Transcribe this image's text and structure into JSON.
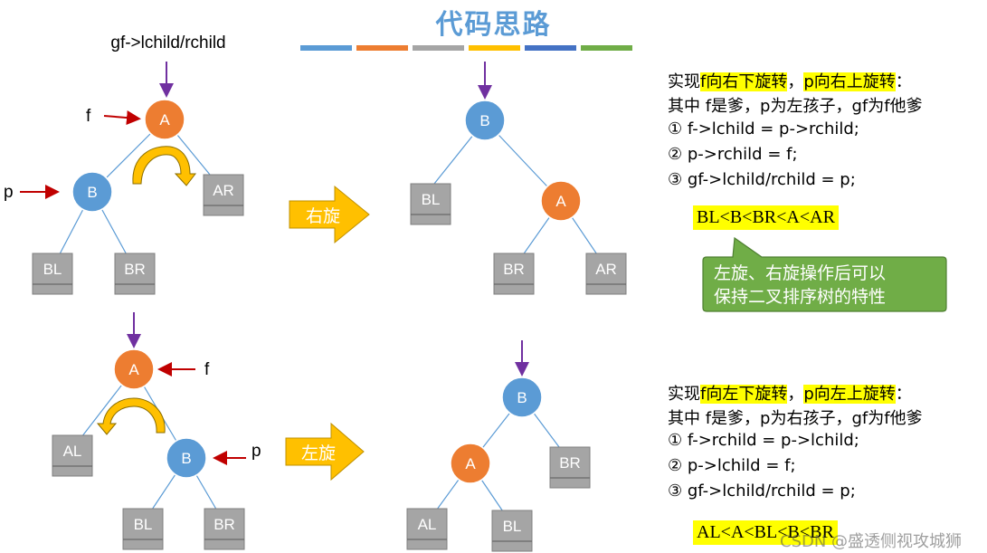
{
  "title": "代码思路",
  "accent_colors": [
    "#5b9bd5",
    "#ed7d31",
    "#a5a5a5",
    "#ffc000",
    "#4472c4",
    "#70ad47"
  ],
  "colors": {
    "node_blue": "#5b9bd5",
    "node_orange": "#ed7d31",
    "leaf_gray": "#a5a5a5",
    "highlight": "#ffff00",
    "callout_green": "#70ad47",
    "arrow_yellow": "#ffc000",
    "pointer_purple": "#7030a0",
    "pointer_red": "#c00000"
  },
  "top": {
    "gf_label": "gf->lchild/rchild",
    "f_label": "f",
    "p_label": "p",
    "before": {
      "A": "A",
      "B": "B",
      "BL": "BL",
      "BR": "BR",
      "AR": "AR"
    },
    "arrow_label": "右旋",
    "after": {
      "B": "B",
      "A": "A",
      "BL": "BL",
      "BR": "BR",
      "AR": "AR"
    }
  },
  "bottom": {
    "f_label": "f",
    "p_label": "p",
    "before": {
      "A": "A",
      "B": "B",
      "AL": "AL",
      "BL": "BL",
      "BR": "BR"
    },
    "arrow_label": "左旋",
    "after": {
      "B": "B",
      "A": "A",
      "AL": "AL",
      "BL": "BL",
      "BR": "BR"
    }
  },
  "right_text": {
    "heading_prefix": "实现",
    "heading_hl1": "f向右下旋转",
    "heading_mid": "，",
    "heading_hl2": "p向右上旋转",
    "heading_suffix": "：",
    "desc": "其中 f是爹，p为左孩子，gf为f他爹",
    "steps": [
      "① f->lchild = p->rchild;",
      "② p->rchild = f;",
      "③ gf->lchild/rchild = p;"
    ],
    "invariant": "BL<B<BR<A<AR",
    "callout": [
      "左旋、右旋操作后可以",
      "保持二叉排序树的特性"
    ]
  },
  "left_text": {
    "heading_prefix": "实现",
    "heading_hl1": "f向左下旋转",
    "heading_mid": "，",
    "heading_hl2": "p向左上旋转",
    "heading_suffix": "：",
    "desc": "其中 f是爹，p为右孩子，gf为f他爹",
    "steps": [
      "① f->rchild = p->lchild;",
      "② p->lchild = f;",
      "③ gf->lchild/rchild = p;"
    ],
    "invariant": "AL<A<BL<B<BR"
  },
  "watermark": "CSDN @盛透侧视攻城狮"
}
